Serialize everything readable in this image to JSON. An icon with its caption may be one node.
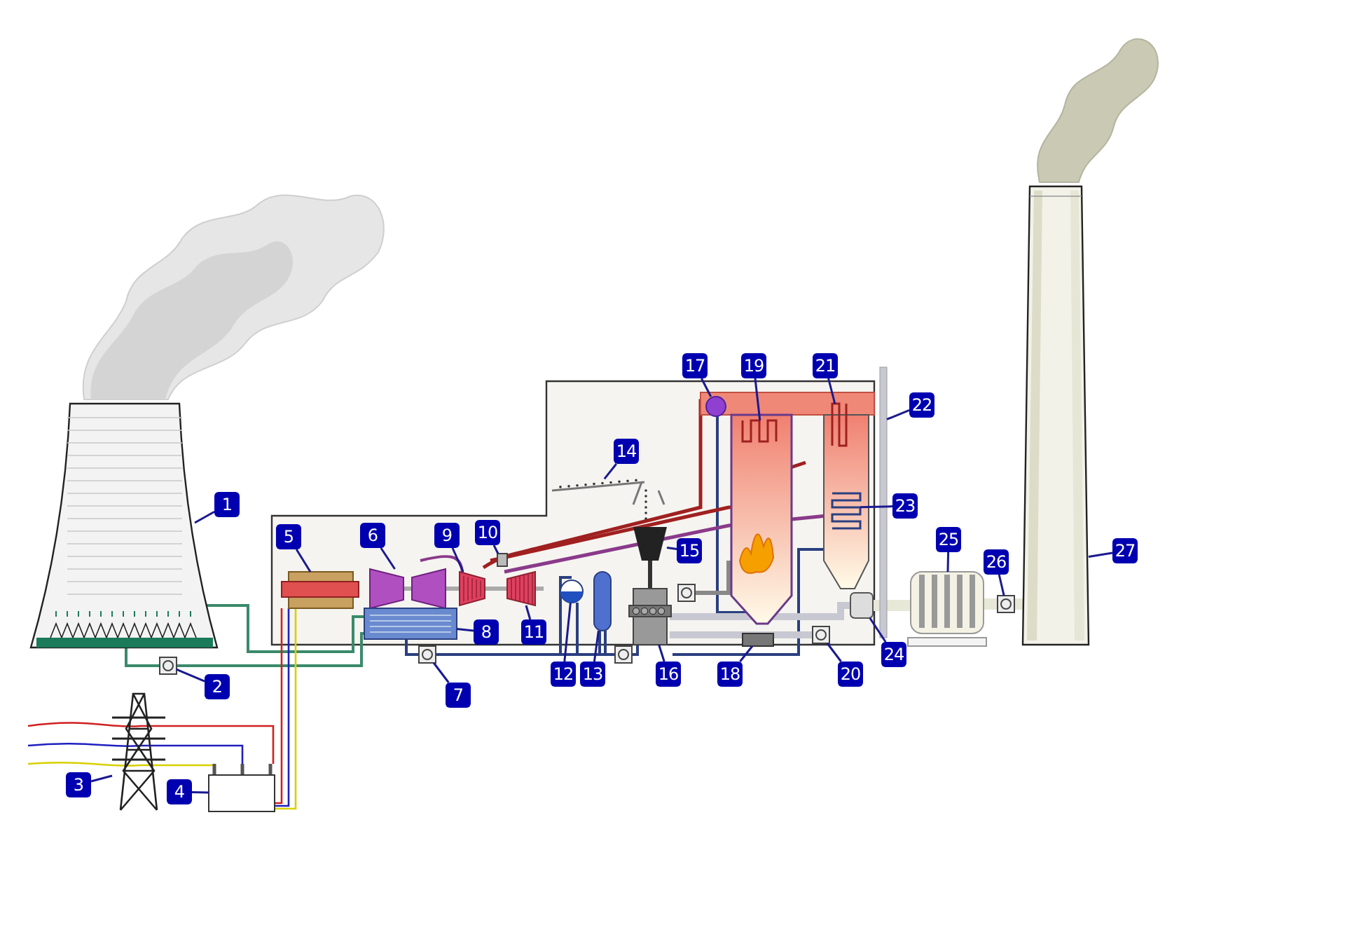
{
  "diagram": {
    "nodes": [
      {
        "text": [
          "1"
        ]
      },
      {
        "text": [
          "2"
        ]
      },
      {
        "text": [
          "3"
        ]
      },
      {
        "text": [
          "4"
        ]
      },
      {
        "text": [
          "5"
        ]
      },
      {
        "text": [
          "6"
        ]
      },
      {
        "text": [
          "7"
        ]
      },
      {
        "text": [
          "8"
        ]
      },
      {
        "text": [
          "9"
        ]
      },
      {
        "text": [
          "10"
        ]
      },
      {
        "text": [
          "11"
        ]
      },
      {
        "text": [
          "12"
        ]
      },
      {
        "text": [
          "13"
        ]
      },
      {
        "text": [
          "14"
        ]
      },
      {
        "text": [
          "15"
        ]
      },
      {
        "text": [
          "16"
        ]
      },
      {
        "text": [
          "17"
        ]
      },
      {
        "text": [
          "18"
        ]
      },
      {
        "text": [
          "19"
        ]
      },
      {
        "text": [
          "20"
        ]
      },
      {
        "text": [
          "21"
        ]
      },
      {
        "text": [
          "22"
        ]
      },
      {
        "text": [
          "23"
        ]
      },
      {
        "text": [
          "24"
        ]
      },
      {
        "text": [
          "25"
        ]
      },
      {
        "text": [
          "26"
        ]
      },
      {
        "text": [
          "27"
        ]
      },
      {
        "text": [],
        "shape": "picture"
      },
      {
        "text": [],
        "shape": "picture"
      },
      {
        "text": [],
        "shape": "picture"
      },
      {
        "text": [],
        "shape": "box"
      },
      {
        "text": [],
        "shape": "picture"
      },
      {
        "text": [],
        "shape": "picture"
      },
      {
        "text": [],
        "shape": "picture"
      },
      {
        "text": [],
        "shape": "picture"
      },
      {
        "text": [],
        "shape": "picture"
      },
      {
        "text": [],
        "shape": "box"
      },
      {
        "text": [],
        "shape": "picture"
      },
      {
        "text": [],
        "shape": "picture"
      },
      {
        "text": [],
        "shape": "cylinder"
      },
      {
        "text": [],
        "shape": "picture"
      },
      {
        "text": [],
        "shape": "picture"
      },
      {
        "text": [],
        "shape": "picture"
      },
      {
        "text": [],
        "shape": "circle"
      },
      {
        "text": [],
        "shape": "box"
      },
      {
        "text": [],
        "shape": "picture"
      },
      {
        "text": [],
        "shape": "picture"
      },
      {
        "text": [],
        "shape": "picture"
      },
      {
        "text": [],
        "shape": "bar"
      },
      {
        "text": [],
        "shape": "picture"
      },
      {
        "text": [],
        "shape": "picture"
      },
      {
        "text": [],
        "shape": "picture"
      },
      {
        "text": [],
        "shape": "picture"
      },
      {
        "text": [],
        "shape": "picture"
      }
    ],
    "edges": [
      {
        "from": 0,
        "to": 27,
        "arrow": "none"
      },
      {
        "from": 1,
        "to": 28,
        "arrow": "none"
      },
      {
        "from": 2,
        "to": 29,
        "arrow": "none"
      },
      {
        "from": 3,
        "to": 30,
        "arrow": "none"
      },
      {
        "from": 4,
        "to": 31,
        "arrow": "none"
      },
      {
        "from": 5,
        "to": 32,
        "arrow": "none"
      },
      {
        "from": 6,
        "to": 33,
        "arrow": "none"
      },
      {
        "from": 7,
        "to": 34,
        "arrow": "none"
      },
      {
        "from": 8,
        "to": 35,
        "arrow": "none"
      },
      {
        "from": 9,
        "to": 36,
        "arrow": "none"
      },
      {
        "from": 10,
        "to": 37,
        "arrow": "none"
      },
      {
        "from": 11,
        "to": 38,
        "arrow": "none"
      },
      {
        "from": 12,
        "to": 39,
        "arrow": "none"
      },
      {
        "from": 13,
        "to": 40,
        "arrow": "none"
      },
      {
        "from": 14,
        "to": 41,
        "arrow": "none"
      },
      {
        "from": 15,
        "to": 42,
        "arrow": "none"
      },
      {
        "from": 16,
        "to": 43,
        "arrow": "none"
      },
      {
        "from": 17,
        "to": 44,
        "arrow": "none"
      },
      {
        "from": 18,
        "to": 45,
        "arrow": "none"
      },
      {
        "from": 19,
        "to": 46,
        "arrow": "none"
      },
      {
        "from": 20,
        "to": 47,
        "arrow": "none"
      },
      {
        "from": 21,
        "to": 48,
        "arrow": "none"
      },
      {
        "from": 22,
        "to": 49,
        "arrow": "none"
      },
      {
        "from": 23,
        "to": 50,
        "arrow": "none"
      },
      {
        "from": 24,
        "to": 51,
        "arrow": "none"
      },
      {
        "from": 25,
        "to": 52,
        "arrow": "none"
      },
      {
        "from": 26,
        "to": 53,
        "arrow": "none"
      }
    ]
  }
}
